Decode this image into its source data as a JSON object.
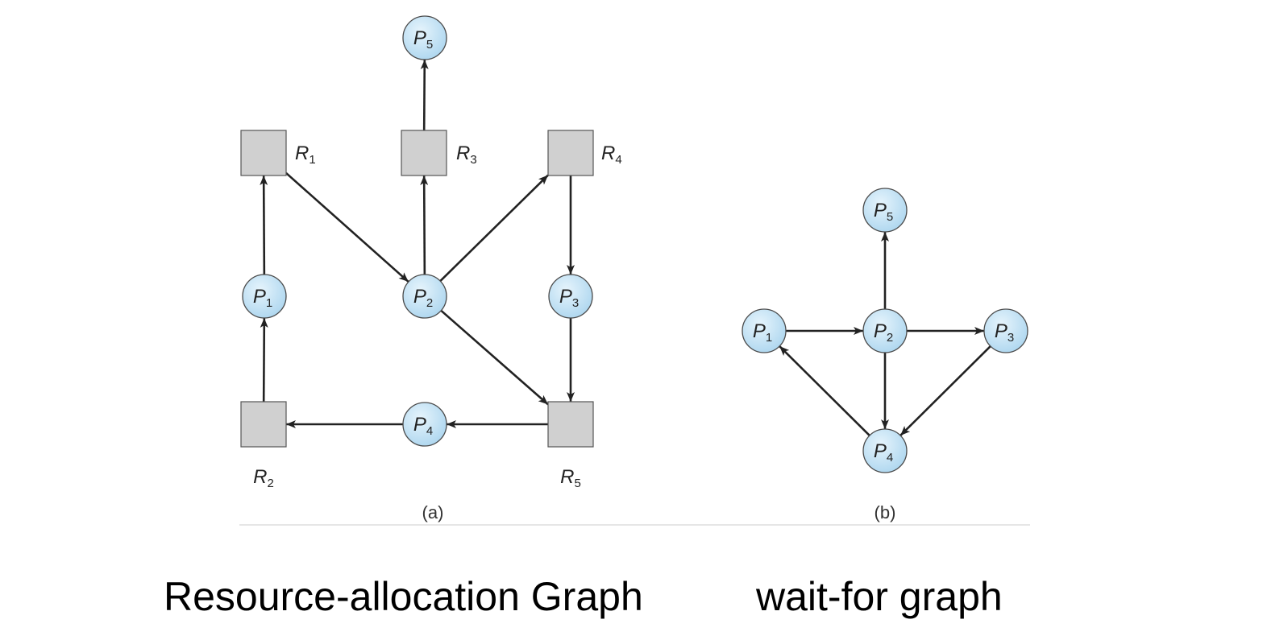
{
  "panel_a": {
    "label": "(a)",
    "caption": "Resource-allocation Graph",
    "resources": [
      {
        "id": "R1",
        "base": "R",
        "sub": "1"
      },
      {
        "id": "R2",
        "base": "R",
        "sub": "2"
      },
      {
        "id": "R3",
        "base": "R",
        "sub": "3"
      },
      {
        "id": "R4",
        "base": "R",
        "sub": "4"
      },
      {
        "id": "R5",
        "base": "R",
        "sub": "5"
      }
    ],
    "processes": [
      {
        "id": "P1",
        "base": "P",
        "sub": "1"
      },
      {
        "id": "P2",
        "base": "P",
        "sub": "2"
      },
      {
        "id": "P3",
        "base": "P",
        "sub": "3"
      },
      {
        "id": "P4",
        "base": "P",
        "sub": "4"
      },
      {
        "id": "P5",
        "base": "P",
        "sub": "5"
      }
    ],
    "edges": [
      {
        "from": "R3",
        "to": "P5"
      },
      {
        "from": "P1",
        "to": "R1"
      },
      {
        "from": "R1",
        "to": "P2"
      },
      {
        "from": "P2",
        "to": "R3"
      },
      {
        "from": "P2",
        "to": "R4"
      },
      {
        "from": "R4",
        "to": "P3"
      },
      {
        "from": "P3",
        "to": "R5"
      },
      {
        "from": "P2",
        "to": "R5"
      },
      {
        "from": "R5",
        "to": "P4"
      },
      {
        "from": "P4",
        "to": "R2"
      },
      {
        "from": "R2",
        "to": "P1"
      }
    ]
  },
  "panel_b": {
    "label": "(b)",
    "caption": "wait-for graph",
    "processes": [
      {
        "id": "P1",
        "base": "P",
        "sub": "1"
      },
      {
        "id": "P2",
        "base": "P",
        "sub": "2"
      },
      {
        "id": "P3",
        "base": "P",
        "sub": "3"
      },
      {
        "id": "P4",
        "base": "P",
        "sub": "4"
      },
      {
        "id": "P5",
        "base": "P",
        "sub": "5"
      }
    ],
    "edges": [
      {
        "from": "P2",
        "to": "P5"
      },
      {
        "from": "P1",
        "to": "P2"
      },
      {
        "from": "P2",
        "to": "P3"
      },
      {
        "from": "P2",
        "to": "P4"
      },
      {
        "from": "P3",
        "to": "P4"
      },
      {
        "from": "P4",
        "to": "P1"
      }
    ]
  },
  "colors": {
    "process_fill": "#bfdff3",
    "process_stroke": "#4a4a4a",
    "resource_fill": "#d0d0d0",
    "resource_stroke": "#555555",
    "edge": "#222222",
    "divider": "#d8d8d8"
  }
}
